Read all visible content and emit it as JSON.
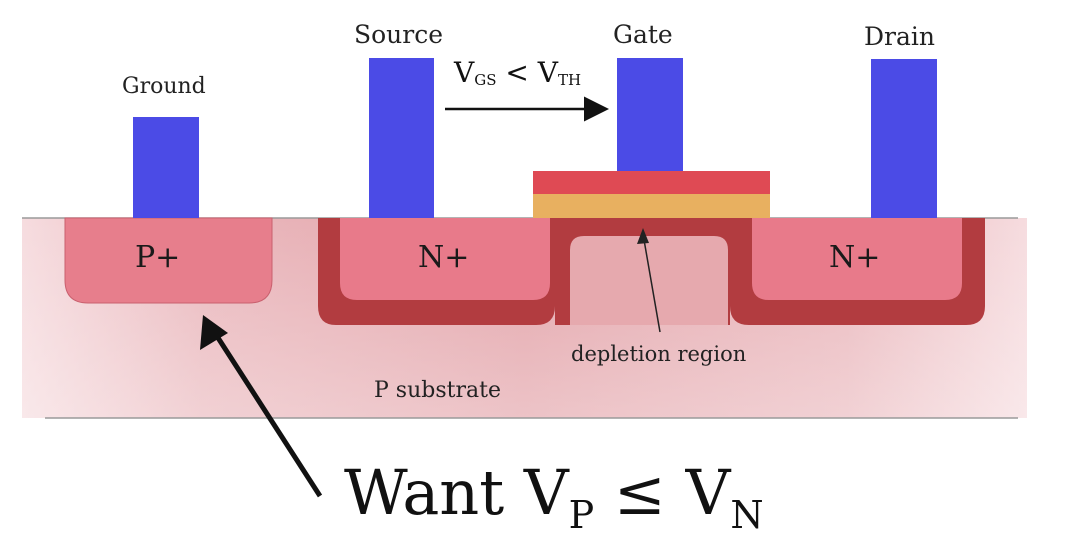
{
  "terminals": {
    "ground": "Ground",
    "source": "Source",
    "gate": "Gate",
    "drain": "Drain"
  },
  "regions": {
    "p_plus": "P+",
    "n_plus_source": "N+",
    "n_plus_drain": "N+",
    "substrate": "P substrate",
    "depletion": "depletion region"
  },
  "gate_condition": {
    "lhs": "V",
    "lhs_sub": "GS",
    "op": "<",
    "rhs": "V",
    "rhs_sub": "TH"
  },
  "requirement": {
    "prefix": "Want ",
    "lhs": "V",
    "lhs_sub": "P",
    "op": " ≤ ",
    "rhs": "V",
    "rhs_sub": "N"
  },
  "colors": {
    "contact": "#4b4be6",
    "substrate": "#e8a8ae",
    "implant": "#e87a8a",
    "depletion_dark": "#b03a3e",
    "gate_oxide": "#e8b060",
    "gate_poly": "#e04a55",
    "text": "#222222"
  }
}
